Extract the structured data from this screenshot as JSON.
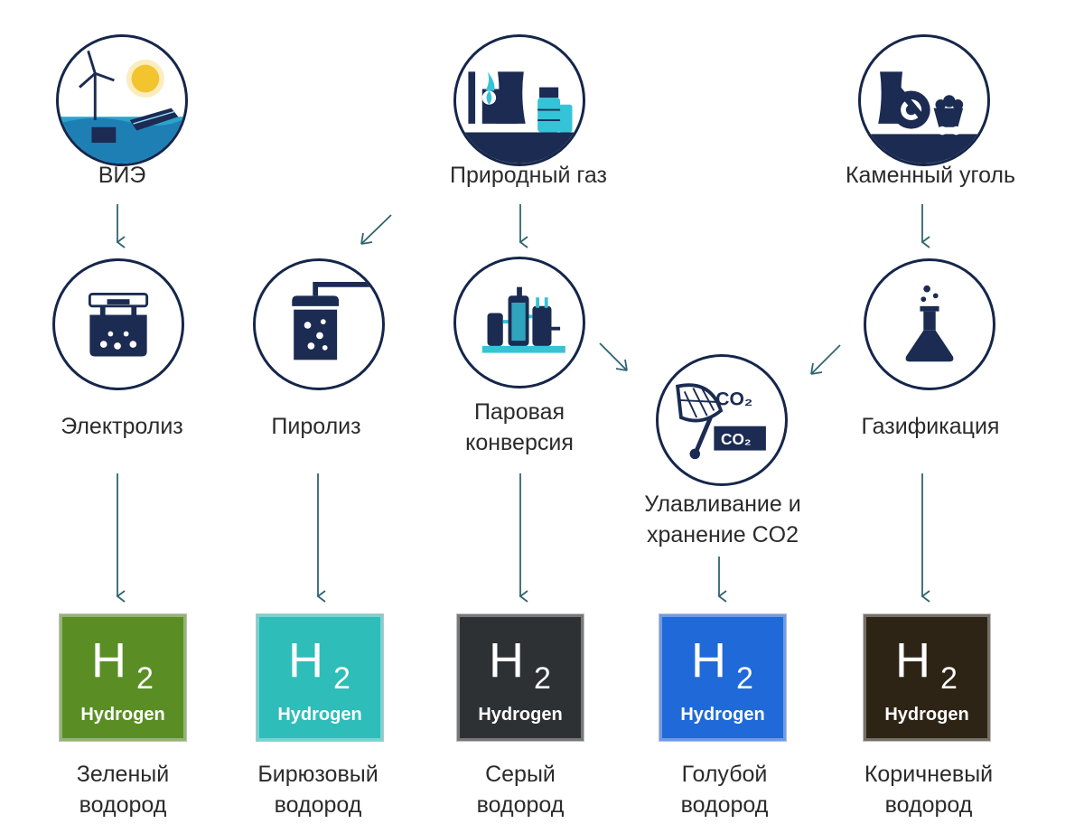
{
  "sources": {
    "renewables": "ВИЭ",
    "natural_gas": "Природный газ",
    "coal": "Каменный уголь"
  },
  "processes": {
    "electrolysis": "Электролиз",
    "pyrolysis": "Пиролиз",
    "steam_reforming_1": "Паровая",
    "steam_reforming_2": "конверсия",
    "ccs_1": "Улавливание и",
    "ccs_2": "хранение CO2",
    "gasification": "Газификация"
  },
  "ccs_icon_text": "CO₂",
  "hydrogen_tiles": [
    {
      "symbol": "H",
      "subscript": "2",
      "word": "Hydrogen",
      "color": "#5a8e25",
      "caption_1": "Зеленый",
      "caption_2": "водород"
    },
    {
      "symbol": "H",
      "subscript": "2",
      "word": "Hydrogen",
      "color": "#2ebdb9",
      "caption_1": "Бирюзовый",
      "caption_2": "водород"
    },
    {
      "symbol": "H",
      "subscript": "2",
      "word": "Hydrogen",
      "color": "#2d3134",
      "caption_1": "Серый",
      "caption_2": "водород"
    },
    {
      "symbol": "H",
      "subscript": "2",
      "word": "Hydrogen",
      "color": "#1f69d8",
      "caption_1": "Голубой",
      "caption_2": "водород"
    },
    {
      "symbol": "H",
      "subscript": "2",
      "word": "Hydrogen",
      "color": "#2e2416",
      "caption_1": "Коричневый",
      "caption_2": "водород"
    }
  ],
  "colors": {
    "outline": "#15264a",
    "arrow": "#2f6470",
    "accent_cyan": "#35c3d8"
  },
  "icons": {
    "renewables": "wind-solar-icon",
    "natural_gas": "gas-plant-icon",
    "coal": "coal-mine-icon",
    "electrolysis": "electrolysis-cell-icon",
    "pyrolysis": "pyrolysis-reactor-icon",
    "steam_reforming": "refinery-icon",
    "ccs": "co2-capture-icon",
    "gasification": "flask-icon"
  }
}
